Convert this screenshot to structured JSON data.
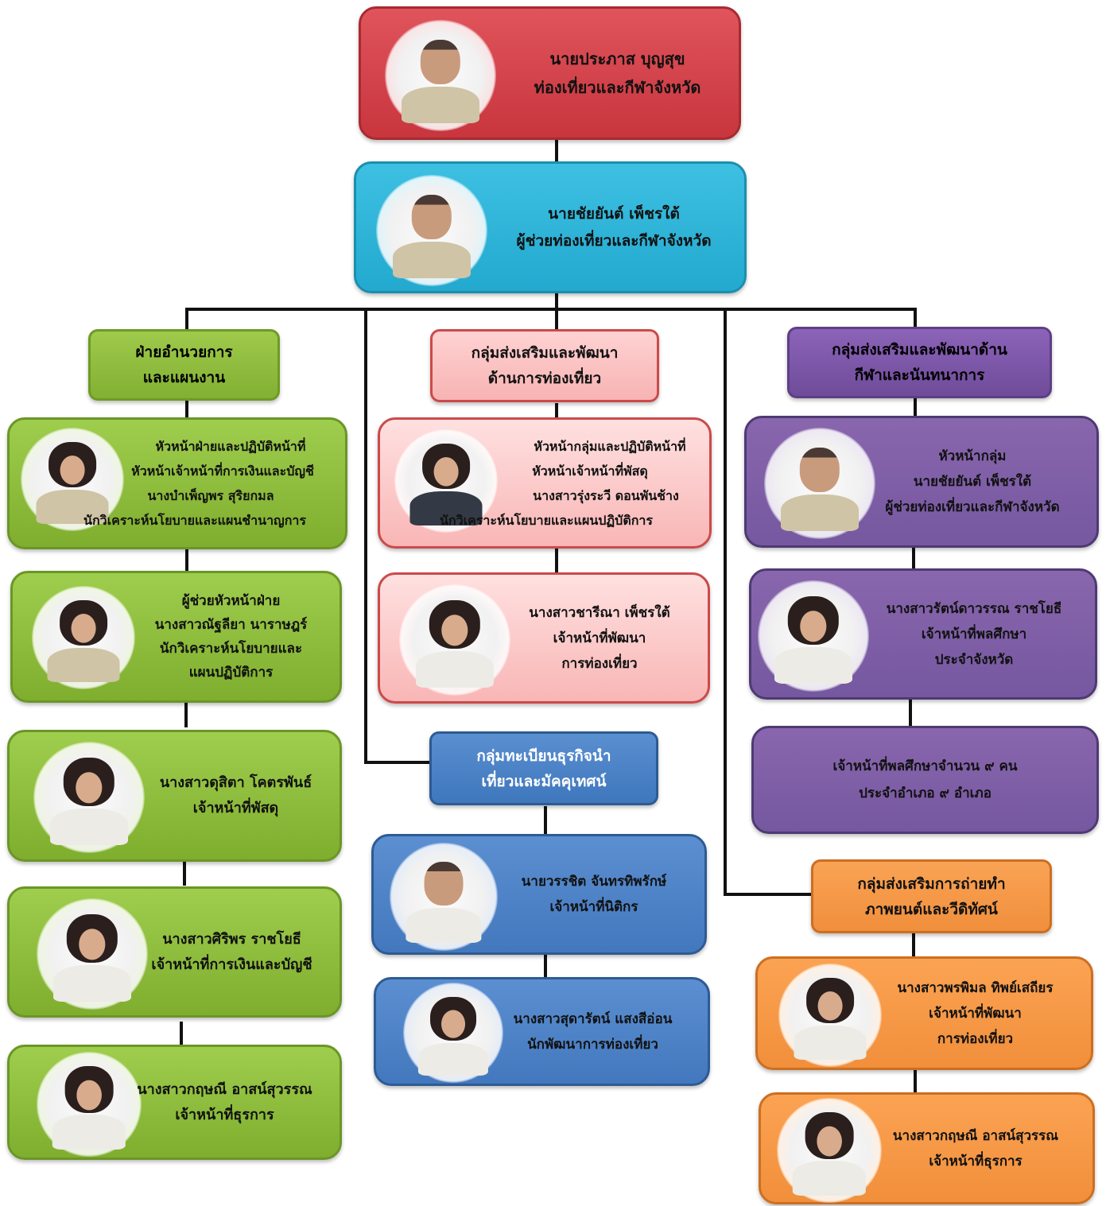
{
  "director": {
    "name": "นายประภาส  บุญสุข",
    "title": "ท่องเที่ยวและกีฬาจังหวัด"
  },
  "assistant": {
    "name": "นายชัยยันต์ เพ็ชรใต้",
    "title": "ผู้ช่วยท่องเที่ยวและกีฬาจังหวัด"
  },
  "admin": {
    "header": [
      "ฝ่ายอำนวยการ",
      "และแผนงาน"
    ],
    "members": [
      [
        "หัวหน้าฝ่ายและปฏิบัติหน้าที่",
        "หัวหน้าเจ้าหน้าที่การเงินและบัญชี",
        "นางบำเพ็ญพร สุริยกมล",
        "นักวิเคราะห์นโยบายและแผนชำนาญการ"
      ],
      [
        "ผู้ช่วยหัวหน้าฝ่าย",
        "นางสาวณัฐลียา นาราษฎร์",
        "นักวิเคราะห์นโยบายและ",
        "แผนปฏิบัติการ"
      ],
      [
        "นางสาวดุสิตา โคตรพันธ์",
        "เจ้าหน้าที่พัสดุ"
      ],
      [
        "นางสาวศิริพร ราชโยธี",
        "เจ้าหน้าที่การเงินและบัญชี"
      ],
      [
        "นางสาวกฤษณี อาสน์สุวรรณ",
        "เจ้าหน้าที่ธุรการ"
      ]
    ]
  },
  "tourism": {
    "header": [
      "กลุ่มส่งเสริมและพัฒนา",
      "ด้านการท่องเที่ยว"
    ],
    "members": [
      [
        "หัวหน้ากลุ่มและปฏิบัติหน้าที่",
        "หัวหน้าเจ้าหน้าที่พัสดุ",
        "นางสาวรุ่งระวี ดอนพันช้าง",
        "นักวิเคราะห์นโยบายและแผนปฏิบัติการ"
      ],
      [
        "นางสาวชารีณา เพ็ชรใต้",
        "เจ้าหน้าที่พัฒนา",
        "การท่องเที่ยว"
      ]
    ]
  },
  "registry": {
    "header": [
      "กลุ่มทะเบียนธุรกิจนำ",
      "เที่ยวและมัคคุเทศน์"
    ],
    "members": [
      [
        "นายวรรชิต  จันทรทิพรักษ์",
        "เจ้าหน้าที่นิติกร"
      ],
      [
        "นางสาวสุดารัตน์ แสงสีอ่อน",
        "นักพัฒนาการท่องเที่ยว"
      ]
    ]
  },
  "sports": {
    "header": [
      "กลุ่มส่งเสริมและพัฒนาด้าน",
      "กีฬาและนันทนาการ"
    ],
    "members": [
      [
        "หัวหน้ากลุ่ม",
        "นายชัยยันต์ เพ็ชรใต้",
        "ผู้ช่วยท่องเที่ยวและกีฬาจังหวัด"
      ],
      [
        "นางสาวรัตน์ดาวรรณ ราชโยธี",
        "เจ้าหน้าที่พลศึกษา",
        "ประจำจังหวัด"
      ],
      [
        "เจ้าหน้าที่พลศึกษาจำนวน ๙ คน",
        "ประจำอำเภอ ๙ อำเภอ"
      ]
    ]
  },
  "film": {
    "header": [
      "กลุ่มส่งเสริมการถ่ายทำ",
      "ภาพยนต์และวีดิทัศน์"
    ],
    "members": [
      [
        "นางสาวพรพิมล ทิพย์เสถียร",
        "เจ้าหน้าที่พัฒนา",
        "การท่องเที่ยว"
      ],
      [
        "นางสาวกฤษณี อาสน์สุวรรณ",
        "เจ้าหน้าที่ธุรการ"
      ]
    ]
  }
}
